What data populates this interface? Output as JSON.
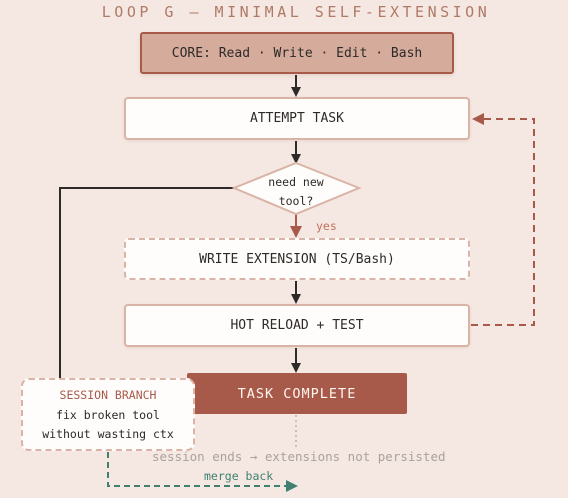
{
  "title": "LOOP G — MINIMAL SELF-EXTENSION",
  "nodes": {
    "core": "CORE: Read · Write · Edit · Bash",
    "attempt": "ATTEMPT TASK",
    "decision_line1": "need new",
    "decision_line2": "tool?",
    "write_extension": "WRITE EXTENSION (TS/Bash)",
    "hot_reload": "HOT RELOAD + TEST",
    "task_complete": "TASK COMPLETE",
    "session_branch": {
      "title": "SESSION BRANCH",
      "line1": "fix broken tool",
      "line2": "without wasting ctx"
    }
  },
  "edge_labels": {
    "yes": "yes",
    "session_ends": "session ends → extensions not persisted",
    "merge_back": "merge back"
  },
  "colors": {
    "background": "#f5e8e2",
    "accent": "#a85a4a",
    "core_fill": "#d5ab9c",
    "node_border": "#d9b3a6",
    "merge": "#3f8070"
  }
}
